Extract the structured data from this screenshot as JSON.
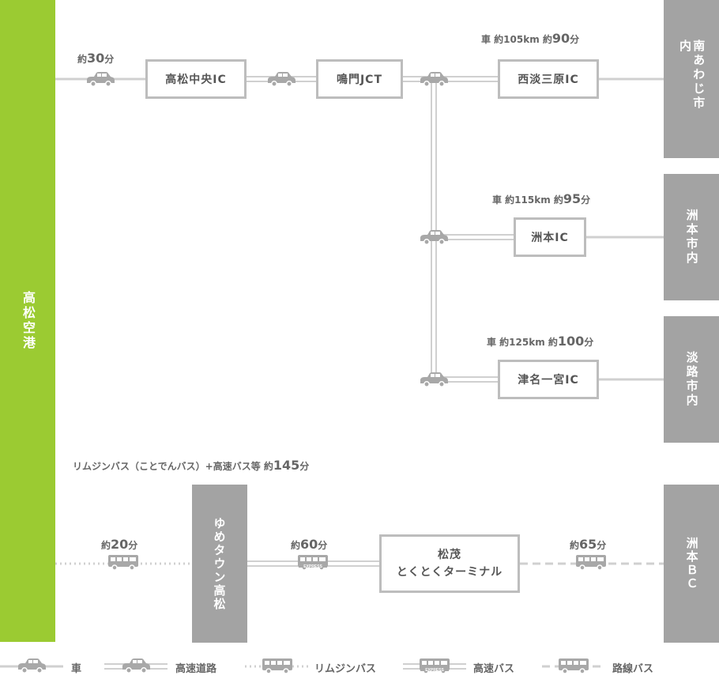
{
  "origin": {
    "label": "高松空港"
  },
  "destinations": {
    "minami_awaji": "南あわじ市内",
    "sumoto": "洲本市内",
    "awaji": "淡路市内",
    "sumoto_bc": "洲本ＢＣ"
  },
  "nodes": {
    "takamatsu_chuo_ic": "高松中央IC",
    "naruto_jct": "鳴門JCT",
    "nishi_awaji_mihara_ic": "西淡三原IC",
    "sumoto_ic": "洲本IC",
    "tsuna_ichinomiya_ic": "津名一宮IC",
    "youme_town": "ゆめタウン高松",
    "matsushige_line1": "松茂",
    "matsushige_line2": "とくとくターミナル"
  },
  "labels": {
    "to_takamatsu_ic": {
      "prefix": "約",
      "value": "30",
      "suffix": "分"
    },
    "mihara": {
      "prefix": "車 約105km 約",
      "value": "90",
      "suffix": "分"
    },
    "sumoto": {
      "prefix": "車 約115km 約",
      "value": "95",
      "suffix": "分"
    },
    "tsuna": {
      "prefix": "車 約125km 約",
      "value": "100",
      "suffix": "分"
    },
    "bus_total": {
      "prefix": "リムジンバス（ことでんバス）+高速バス等 約",
      "value": "145",
      "suffix": "分"
    },
    "limousine": {
      "prefix": "約",
      "value": "20",
      "suffix": "分"
    },
    "express": {
      "prefix": "約",
      "value": "60",
      "suffix": "分"
    },
    "route_bus": {
      "prefix": "約",
      "value": "65",
      "suffix": "分"
    }
  },
  "legend": {
    "car": "車",
    "expressway": "高速道路",
    "limousine_bus": "リムジンバス",
    "express_bus": "高速バス",
    "route_bus": "路線バス"
  },
  "bus_badge": "EXPRESS",
  "colors": {
    "origin": "#9bcb32",
    "destination": "#a3a3a3",
    "line": "#d0d0d0",
    "icon": "#a8a8a8"
  }
}
